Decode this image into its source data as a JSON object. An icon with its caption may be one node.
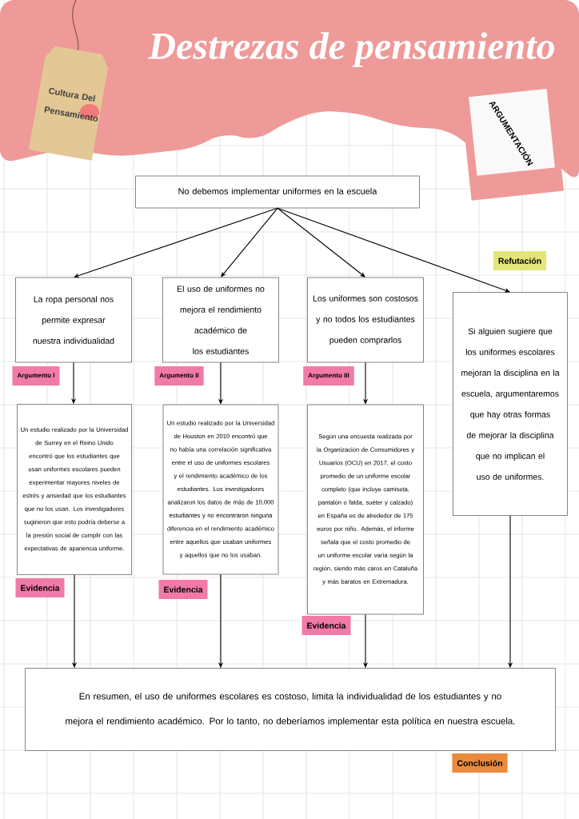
{
  "diagram": {
    "title": "Destrezas de pensamiento",
    "nodes": [
      {
        "text": [
          "No debemos implementar uniformes en la escuela"
        ]
      },
      {
        "text": [
          "La ropa personal nos permite expresar nuestra individualidad"
        ],
        "beside": [
          "Argumento I"
        ]
      },
      {
        "text": [
          "El uso de uniformes no mejora el rendimiento académico de los estudiantes"
        ],
        "beside": [
          "Argumento II"
        ]
      },
      {
        "text": [
          "Los uniformes son costosos y no todos los estudiantes pueden comprarlos"
        ],
        "beside": [
          "Argumento III"
        ]
      },
      {
        "text": [
          "Si alguien sugiere que los uniformes escolares mejoran la disciplina en la escuela, argumentaremos que hay otras formas de mejorar la disciplina que no implican el uso de uniformes."
        ],
        "beside": [
          "Refutación"
        ]
      },
      {
        "text": [
          "Un estudio realizado por la Universidad de Surrey en el Reino Unido encontró que los estudiantes que usan uniformes escolares pueden experimentar mayores niveles de estrés y ansiedad que los estudiantes que no los usan. Los investigadores sugirieron que esto podría deberse a la presión social de cumplir con las expectativas de apariencia uniforme."
        ],
        "beside": [
          "Evidencia"
        ]
      },
      {
        "text": [
          "Un estudio realizado por la Universidad de Houston en 2010 encontró que no había una correlación significativa entre el uso de uniformes escolares y el rendimiento académico de los estudiantes. Los investigadores analizaron los datos de más de 10,000 estudiantes y no encontraron ninguna diferencia en el rendimiento académico entre aquellos que usaban uniformes y aquellos que no los usaban."
        ],
        "beside": [
          "Evidencia"
        ]
      },
      {
        "text": [
          "Según una encuesta realizada por la Organización de Consumidores y Usuarios (OCU) en 2017, el costo promedio de un uniforme escolar completo (que incluye camiseta, pantalón o falda, suéter y calzado) en España es de alrededor de 175 euros por niño. Además, el informe señala que el costo promedio de un uniforme escolar varía según la región, siendo más caros en Cataluña y más baratos en Extremadura."
        ],
        "beside": [
          "Evidencia"
        ]
      },
      {
        "text": [
          "En resumen, el uso de uniformes escolares es costoso, limita la individualidad de los estudiantes y no mejora el rendimiento académico. Por lo tanto, no deberíamos implementar esta política en nuestra escuela."
        ],
        "beside": [
          "Conclusión"
        ]
      }
    ],
    "edges": [
      {
        "from": 0,
        "to": 1,
        "arrow": "to"
      },
      {
        "from": 0,
        "to": 2,
        "arrow": "to"
      },
      {
        "from": 0,
        "to": 3,
        "arrow": "to"
      },
      {
        "from": 0,
        "to": 4,
        "arrow": "to"
      },
      {
        "from": 1,
        "to": 5,
        "arrow": "to"
      },
      {
        "from": 2,
        "to": 6,
        "arrow": "to"
      },
      {
        "from": 3,
        "to": 7,
        "arrow": "to"
      },
      {
        "from": 5,
        "to": 8,
        "arrow": "to"
      },
      {
        "from": 6,
        "to": 8,
        "arrow": "to"
      },
      {
        "from": 7,
        "to": 8,
        "arrow": "to"
      },
      {
        "from": 4,
        "to": 8,
        "arrow": "to"
      }
    ],
    "labels": [
      "Cultura Del Pensamiento",
      "ARGUMENTACIÓN"
    ]
  }
}
